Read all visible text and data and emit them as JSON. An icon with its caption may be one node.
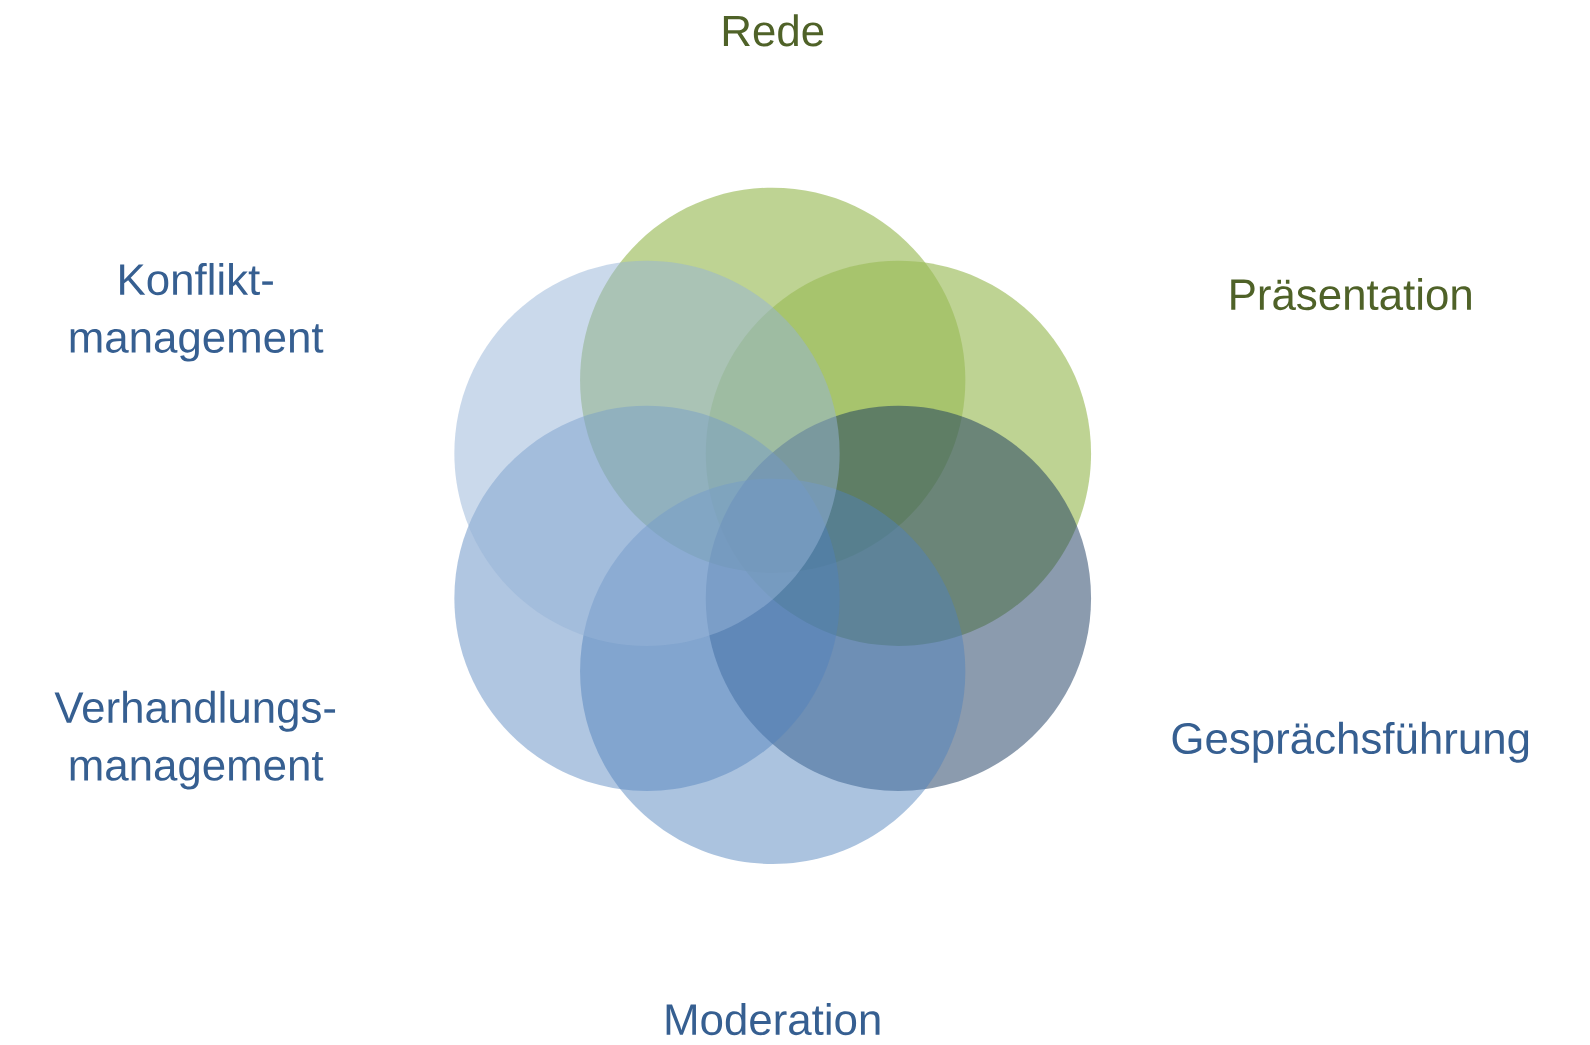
{
  "diagram": {
    "nodes": [
      {
        "text": [],
        "shape": "circle",
        "beside": [
          "Rede"
        ]
      },
      {
        "text": [],
        "shape": "circle",
        "beside": [
          "Präsentation"
        ]
      },
      {
        "text": [],
        "shape": "circle",
        "beside": [
          "Gesprächsführung"
        ]
      },
      {
        "text": [],
        "shape": "circle",
        "beside": [
          "Moderation"
        ]
      },
      {
        "text": [],
        "shape": "circle",
        "beside": [
          "Verhandlungs- management"
        ]
      },
      {
        "text": [],
        "shape": "circle",
        "beside": [
          "Konflikt- management"
        ]
      }
    ]
  }
}
